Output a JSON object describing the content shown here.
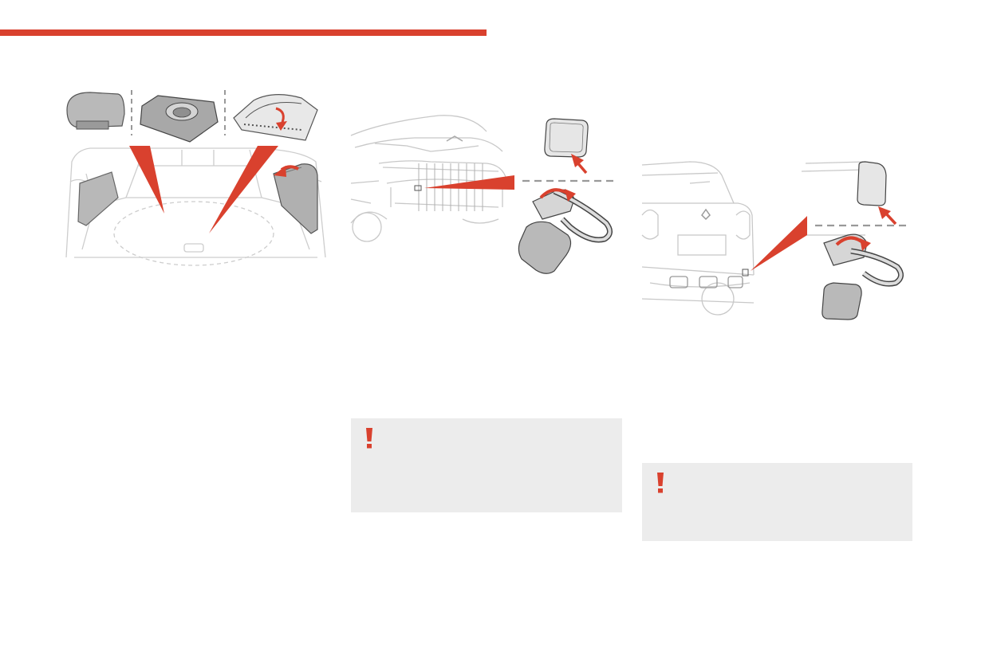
{
  "colors": {
    "accent": "#d9412e",
    "warning_box_background": "#ececec",
    "line_art": "#c8c8c8",
    "part_fill": "#bdbdbd"
  },
  "header": {
    "accent_bar_color": "#d9412e"
  },
  "illustrations": [
    {
      "name": "boot-tool-storage-illustration",
      "parts": [
        "storage-cover",
        "tool-tray",
        "side-panel-hatch",
        "boot-interior"
      ]
    },
    {
      "name": "front-towing-eye-illustration",
      "parts": [
        "front-bumper",
        "bumper-cover-cap",
        "towing-eye"
      ]
    },
    {
      "name": "rear-towing-eye-illustration",
      "parts": [
        "rear-bumper",
        "bumper-cover-cap",
        "towing-eye"
      ]
    }
  ],
  "warnings": [
    {
      "icon": "exclamation-icon",
      "text": ""
    },
    {
      "icon": "exclamation-icon",
      "text": ""
    }
  ]
}
